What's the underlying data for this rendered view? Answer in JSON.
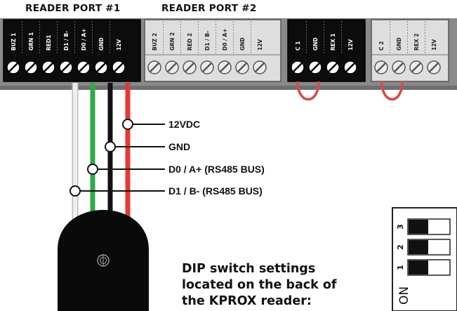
{
  "ports": [
    {
      "title": "READER PORT #1",
      "style": "dark",
      "terminals": [
        "BUZ 1",
        "GRN 1",
        "RED1",
        "D1 / B-",
        "D0 / A+",
        "GND",
        "12V"
      ]
    },
    {
      "title": "READER PORT #2",
      "style": "light",
      "terminals": [
        "BUZ 2",
        "GRN 2",
        "RED 2",
        "D1 / B-",
        "D0 / A+",
        "GND",
        "12V"
      ]
    },
    {
      "title": "",
      "style": "dark",
      "terminals": [
        "C 1",
        "GND",
        "REX 1",
        "12V"
      ]
    },
    {
      "title": "",
      "style": "light",
      "terminals": [
        "C 2",
        "GND",
        "REX 2",
        "12V"
      ]
    }
  ],
  "wire_callouts": [
    {
      "label": "12VDC",
      "color": "#e53935"
    },
    {
      "label": "GND",
      "color": "#111111"
    },
    {
      "label": "D0 / A+ (RS485 BUS)",
      "color": "#2eaa4a"
    },
    {
      "label": "D1 / B- (RS485 BUS)",
      "color": "#e6e6e6"
    }
  ],
  "dip_switch": {
    "note_lines": [
      "DIP switch settings",
      "located on the back of",
      "the KPROX reader:"
    ],
    "on_label": "ON",
    "switches": [
      {
        "number": "3",
        "state": "on"
      },
      {
        "number": "2",
        "state": "on"
      },
      {
        "number": "1",
        "state": "on"
      }
    ]
  },
  "colors": {
    "board": "#8a8a8a",
    "block_dark": "#0c0c0c",
    "block_light": "#dedede",
    "jumper": "#d94a4a"
  }
}
